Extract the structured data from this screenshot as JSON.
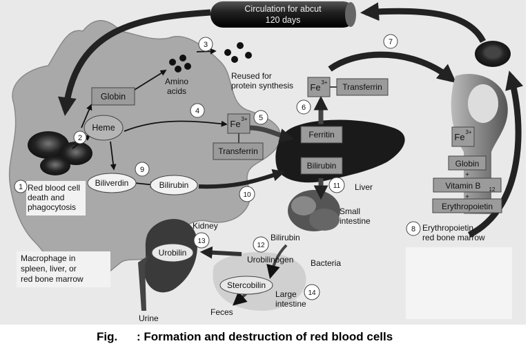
{
  "diagram": {
    "circulation": [
      "Circulation for abcut",
      "120 days"
    ],
    "globin": "Globin",
    "heme": "Heme",
    "amino_acids": [
      "Amino",
      "acids"
    ],
    "reused": [
      "Reused for",
      "protein synthesis"
    ],
    "fe": "Fe",
    "fe_sup": "3+",
    "transferrin": "Transferrin",
    "ferritin": "Ferritin",
    "bilirubin": "Bilirubin",
    "biliverdin": "Biliverdin",
    "liver": "Liver",
    "small_intestine": [
      "Small",
      "intestine"
    ],
    "bacteria": "Bacteria",
    "urobilinogen": "Urobilinogen",
    "urobilin": "Urobilin",
    "stercobilin": "Stercobilin",
    "large_intestine": [
      "Large",
      "intestine"
    ],
    "feces": "Feces",
    "kidney": "Kidney",
    "urine": "Urine",
    "vitamin": "Vitamin B",
    "vitamin_sub": "12",
    "erythropoietin": "Erythropoietin",
    "plus": "+",
    "step1": [
      "Red blood cell",
      "death and",
      "phagocytosis"
    ],
    "step8": [
      "Erythropoietin",
      "red bone marrow"
    ],
    "macrophage": [
      "Macrophage in",
      "spleen, liver, or",
      "red bone marrow"
    ],
    "numbers": [
      "1",
      "2",
      "3",
      "4",
      "5",
      "6",
      "7",
      "8",
      "9",
      "10",
      "11",
      "12",
      "13",
      "14"
    ]
  },
  "caption": {
    "prefix": "Fig.",
    "text": ": Formation and destruction of red blood cells"
  }
}
